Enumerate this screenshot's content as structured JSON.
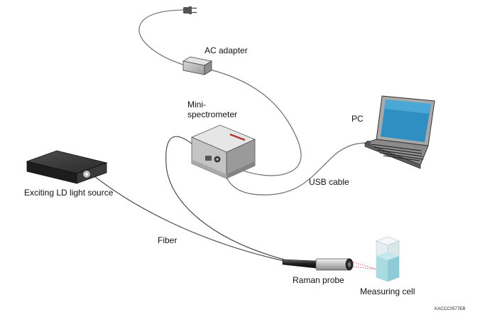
{
  "labels": {
    "ac_adapter": "AC adapter",
    "mini_spectrometer_line1": "Mini-",
    "mini_spectrometer_line2": "spectrometer",
    "pc": "PC",
    "usb_cable": "USB cable",
    "exciting_ld_light_source": "Exciting LD light source",
    "fiber": "Fiber",
    "raman_probe": "Raman probe",
    "measuring_cell": "Measuring cell",
    "figure_code": "KACCC0577EB"
  },
  "colors": {
    "cable": "#6e6e6e",
    "fiber": "#4a4a4a",
    "device_top": "#e6e6e6",
    "device_front": "#c4c4c4",
    "device_side": "#9a9a9a",
    "ld_source_body": "#2d2d2d",
    "laser_dots": "#c62828",
    "spectrometer_accent": "#b33232",
    "cell_liquid": "#a9dbe3",
    "cell_glass": "#e6eef0"
  },
  "icons": {
    "plug": "ac-plug-icon",
    "adapter": "ac-adapter-icon",
    "spectrometer": "mini-spectrometer-icon",
    "laptop": "laptop-pc-icon",
    "light_source": "ld-light-source-icon",
    "probe": "raman-probe-icon",
    "cell": "measuring-cell-icon"
  }
}
